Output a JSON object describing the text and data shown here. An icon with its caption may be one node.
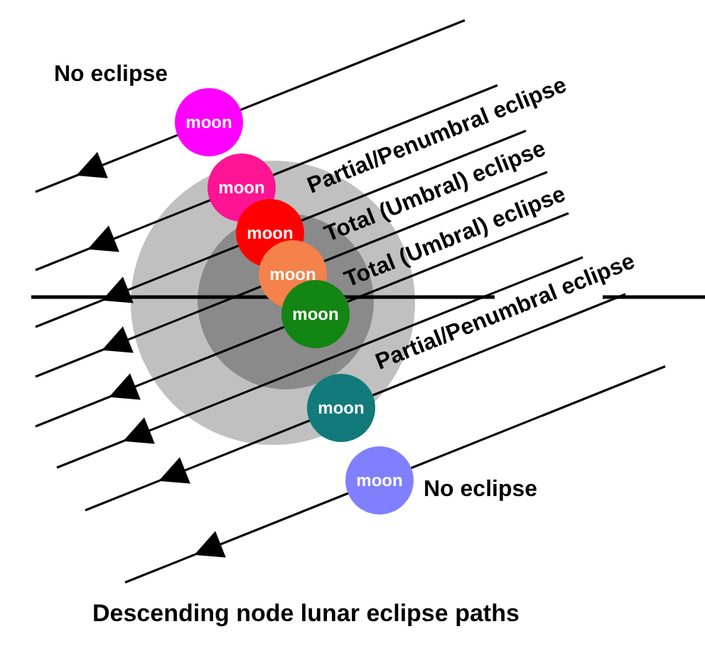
{
  "diagram": {
    "caption": "Descending node lunar eclipse paths",
    "nodes": [
      {
        "text": [
          "moon"
        ]
      },
      {
        "text": [
          "moon"
        ]
      },
      {
        "text": [
          "moon"
        ]
      },
      {
        "text": [
          "moon"
        ]
      },
      {
        "text": [
          "moon"
        ]
      },
      {
        "text": [
          "moon"
        ]
      },
      {
        "text": [
          "moon"
        ]
      }
    ],
    "labels": [
      "No eclipse",
      "Partial/Penumbral eclipse",
      "Total (Umbral) eclipse",
      "Total (Umbral) eclipse",
      "Partial/Penumbral eclipse",
      "No eclipse"
    ]
  }
}
